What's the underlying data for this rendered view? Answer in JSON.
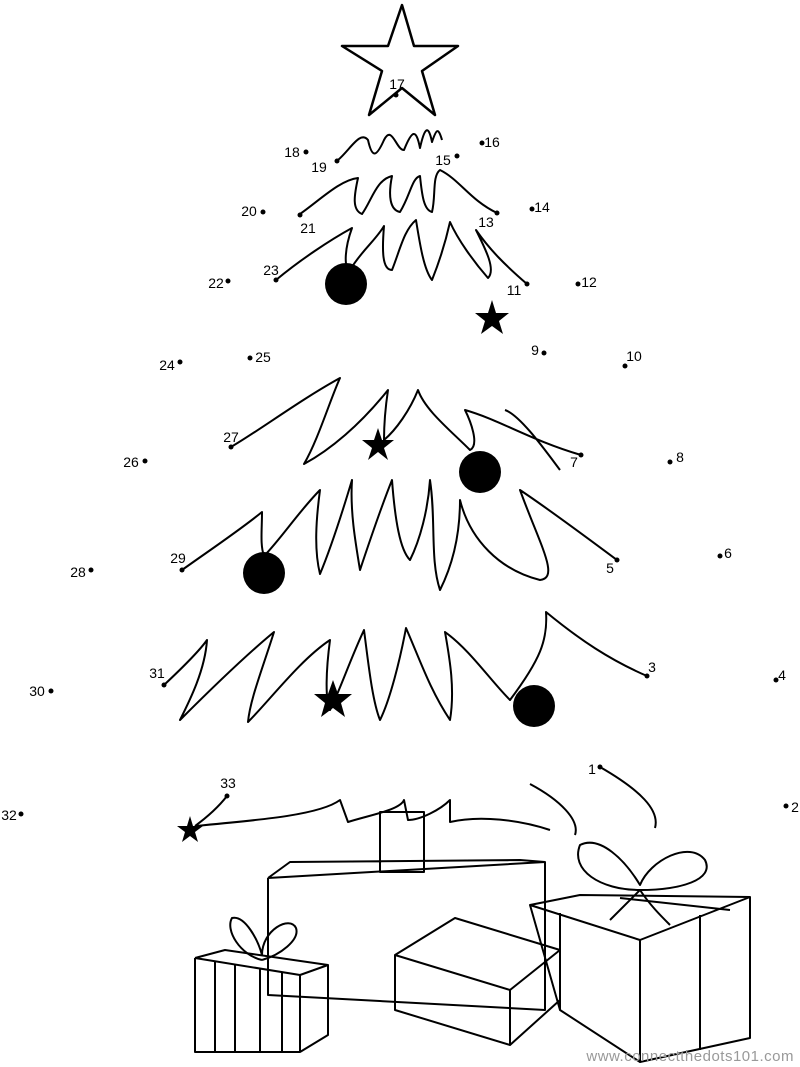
{
  "puzzle": {
    "dot_labels": [
      "1",
      "2",
      "3",
      "4",
      "5",
      "6",
      "7",
      "8",
      "9",
      "10",
      "11",
      "12",
      "13",
      "14",
      "15",
      "16",
      "17",
      "18",
      "19",
      "20",
      "21",
      "22",
      "23",
      "24",
      "25",
      "26",
      "27",
      "28",
      "29",
      "30",
      "31",
      "32",
      "33"
    ]
  },
  "watermark": "www.connectthedots101.com",
  "colors": {
    "ink": "#000000",
    "watermark": "#999999"
  }
}
